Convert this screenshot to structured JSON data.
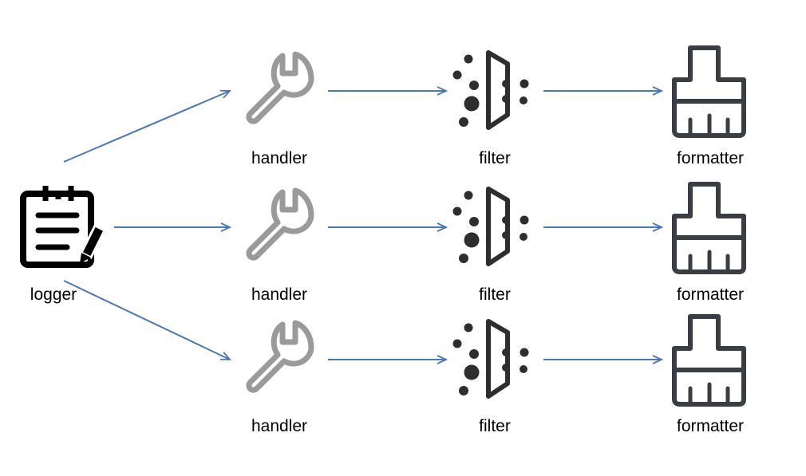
{
  "colors": {
    "arrow": "#4a78b5",
    "logger_icon": "#000000",
    "handler_icon": "#9a9a9a",
    "filter_icon": "#2e2e2e",
    "formatter_icon": "#3a3d44"
  },
  "logger": {
    "label": "logger",
    "icon": "notepad-pencil-icon"
  },
  "rows": [
    {
      "handler": {
        "label": "handler",
        "icon": "wrench-icon"
      },
      "filter": {
        "label": "filter",
        "icon": "filter-icon"
      },
      "formatter": {
        "label": "formatter",
        "icon": "brush-icon"
      }
    },
    {
      "handler": {
        "label": "handler",
        "icon": "wrench-icon"
      },
      "filter": {
        "label": "filter",
        "icon": "filter-icon"
      },
      "formatter": {
        "label": "formatter",
        "icon": "brush-icon"
      }
    },
    {
      "handler": {
        "label": "handler",
        "icon": "wrench-icon"
      },
      "filter": {
        "label": "filter",
        "icon": "filter-icon"
      },
      "formatter": {
        "label": "formatter",
        "icon": "brush-icon"
      }
    }
  ]
}
